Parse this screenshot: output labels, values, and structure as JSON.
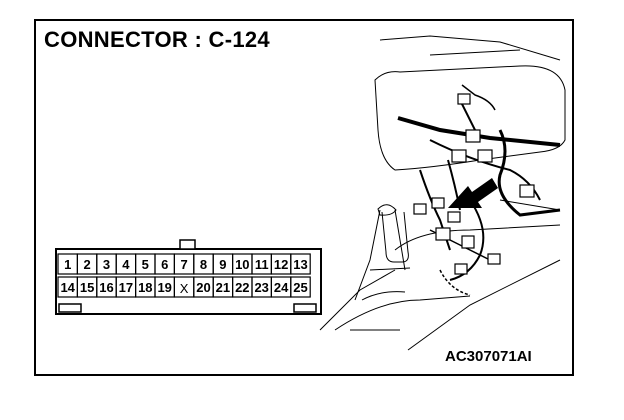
{
  "diagram": {
    "title": "CONNECTOR : C-124",
    "code": "AC307071AI",
    "connector": {
      "top_row": [
        "1",
        "2",
        "3",
        "4",
        "5",
        "6",
        "7",
        "8",
        "9",
        "10",
        "11",
        "12",
        "13"
      ],
      "bottom_row": [
        "14",
        "15",
        "16",
        "17",
        "18",
        "19",
        "",
        "20",
        "21",
        "22",
        "23",
        "24",
        "25"
      ],
      "blank_pin_symbol": "X"
    }
  }
}
